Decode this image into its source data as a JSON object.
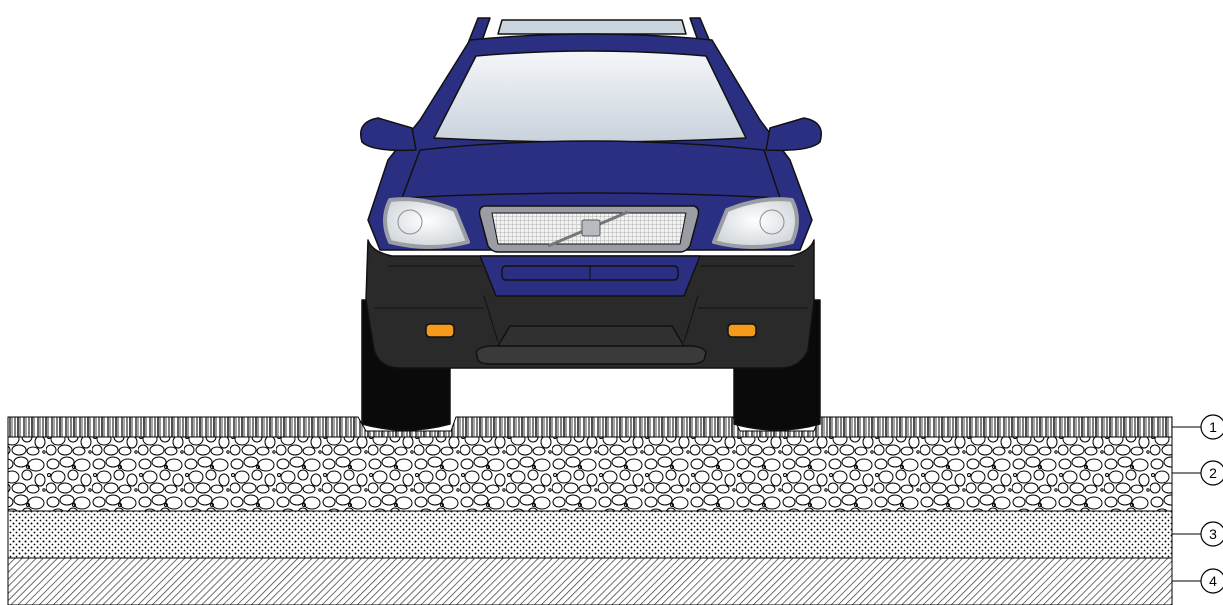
{
  "diagram": {
    "layers": [
      {
        "number": "1",
        "pattern": "vertical-stripes",
        "color": "#000000"
      },
      {
        "number": "2",
        "pattern": "cobblestones",
        "color": "#000000"
      },
      {
        "number": "3",
        "pattern": "dots",
        "color": "#000000"
      },
      {
        "number": "4",
        "pattern": "diagonal-hatch",
        "color": "#000000"
      }
    ],
    "vehicle": {
      "body_color": "#2b2f82",
      "bumper_color": "#2a2a2a",
      "tire_color": "#0a0a0a",
      "indicator_color": "#f59a1b",
      "glass_color": "#dfe6ee"
    }
  }
}
